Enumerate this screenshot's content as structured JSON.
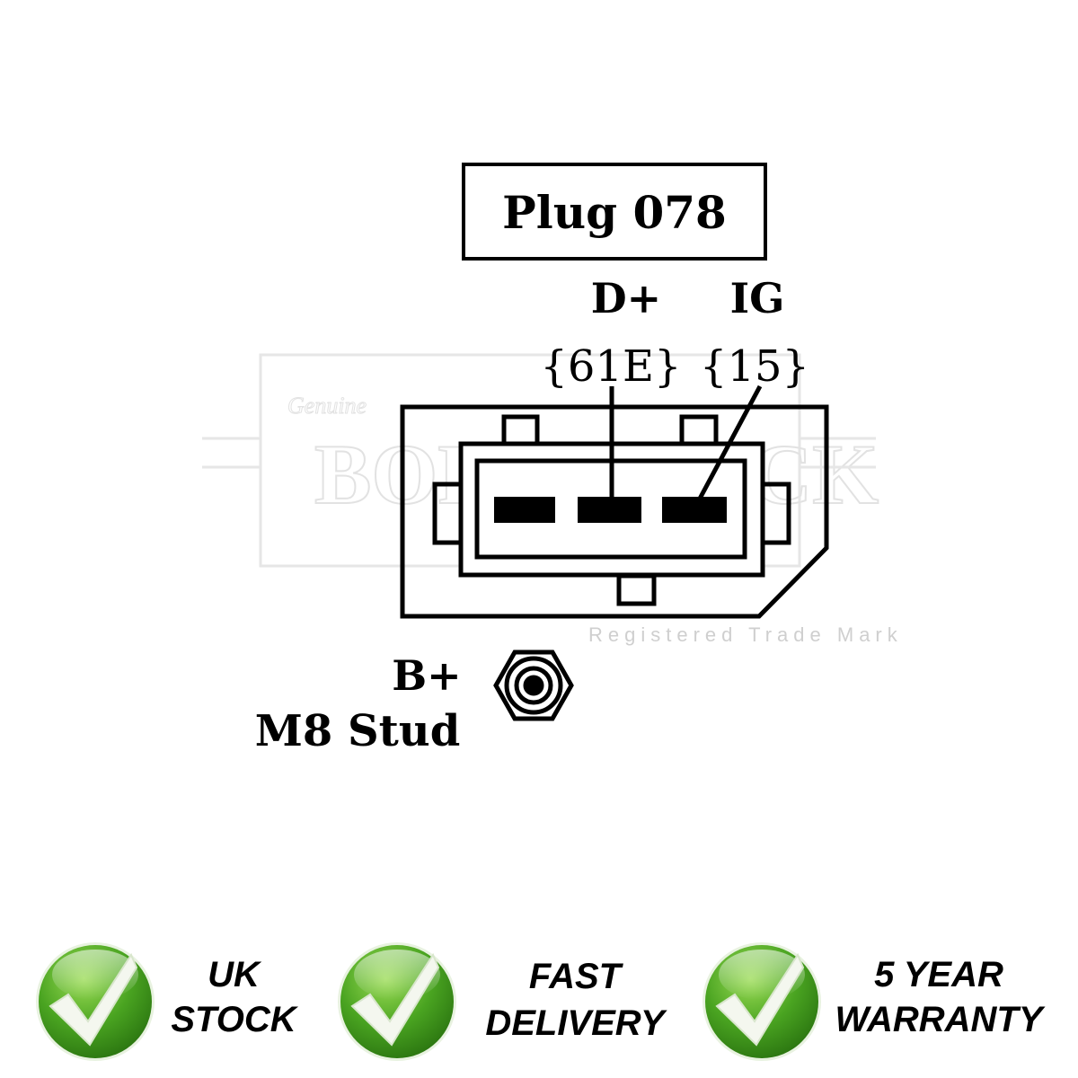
{
  "diagram": {
    "plug_label": "Plug 078",
    "terminals": [
      {
        "name": "D+",
        "code": "{61E}"
      },
      {
        "name": "IG",
        "code": "{15}"
      }
    ],
    "stud": {
      "name": "B+",
      "description": "M8 Stud"
    }
  },
  "watermark": {
    "brand": "BORG & BECK",
    "tagline": "Genuine",
    "subline": "Registered Trade Mark"
  },
  "badges": [
    {
      "line1": "UK",
      "line2": "STOCK"
    },
    {
      "line1": "FAST",
      "line2": "DELIVERY"
    },
    {
      "line1": "5 YEAR",
      "line2": "WARRANTY"
    }
  ],
  "colors": {
    "badge_green": "#3f9a1c",
    "badge_light": "#8fd14f",
    "line": "#000000"
  }
}
